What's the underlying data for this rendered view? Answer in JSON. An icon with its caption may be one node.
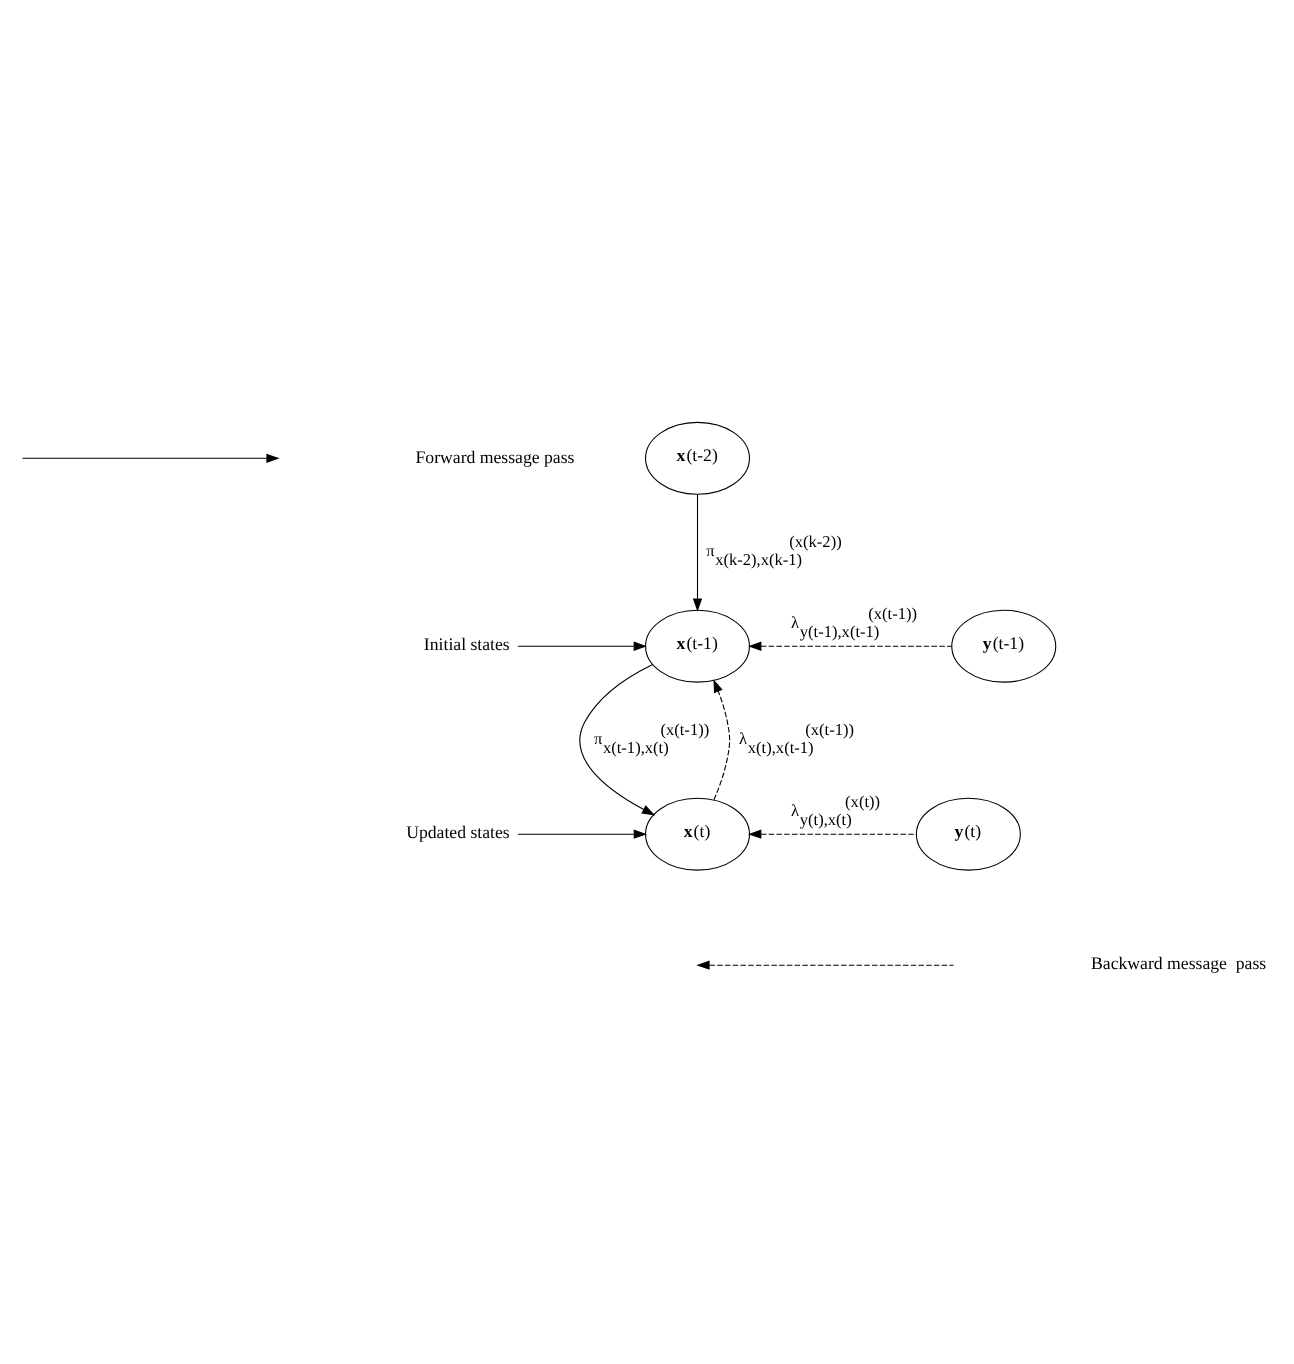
{
  "diagram": {
    "nodes": [
      {
        "text": [
          "**x**(t-2)"
        ]
      },
      {
        "text": [
          "Initial states"
        ]
      },
      {
        "text": [
          "**x**(t-1)"
        ]
      },
      {
        "text": [
          "**y**(t-1)"
        ]
      },
      {
        "text": [
          "Updated states"
        ]
      },
      {
        "text": [
          "**x**(t)"
        ]
      },
      {
        "text": [
          "**y**(t)"
        ]
      }
    ],
    "edges": [
      {
        "from": 0,
        "to": 2,
        "arrow": "to",
        "label": "π$_{x(k-2),x(k-1)}$$^{(x(k-2))}$"
      },
      {
        "from": 1,
        "to": 2,
        "arrow": "to"
      },
      {
        "from": 3,
        "to": 2,
        "arrow": "to",
        "style": "dashed",
        "label": "λ$_{y(t-1),x(t-1)}$$^{(x(t-1))}$"
      },
      {
        "from": 5,
        "to": 2,
        "arrow": "to",
        "style": "dashed",
        "label": "λ$_{x(t),x(t-1)}$$^{(x(t-1))}$"
      },
      {
        "from": 2,
        "to": 5,
        "arrow": "to",
        "label": "π$_{x(t-1),x(t)}$$^{(x(t-1))}$"
      },
      {
        "from": 4,
        "to": 5,
        "arrow": "to"
      },
      {
        "from": 6,
        "to": 5,
        "arrow": "to",
        "style": "dashed",
        "label": "λ$_{y(t),x(t)}$$^{(x(t))}$"
      }
    ],
    "legend": [
      {
        "text": "Forward message pass"
      },
      {
        "text": "Backward message  pass"
      }
    ]
  }
}
